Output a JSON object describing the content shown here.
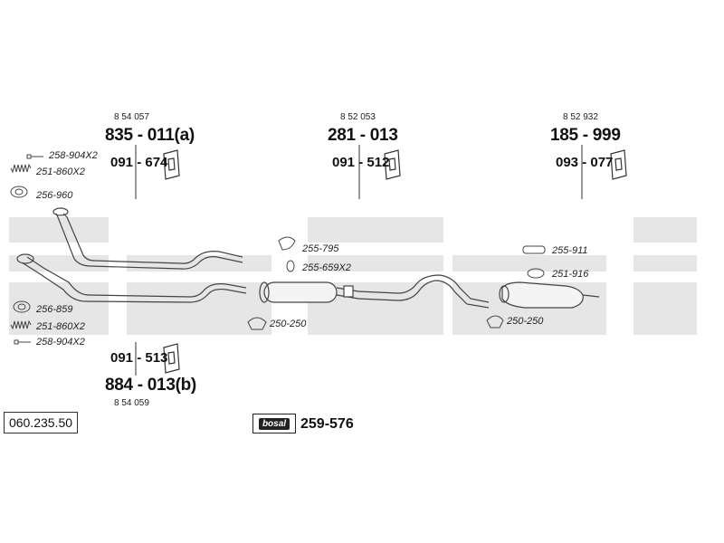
{
  "parts": {
    "front_pipe_a": {
      "ref": "8 54 057",
      "code": "835 - 011(a)",
      "mount": "091 - 674"
    },
    "middle_silencer": {
      "ref": "8 52 053",
      "code": "281 - 013",
      "mount": "091 - 512"
    },
    "rear_silencer": {
      "ref": "8 52 932",
      "code": "185 - 999",
      "mount": "093 - 077"
    },
    "front_pipe_b": {
      "ref": "8 54 059",
      "code": "884 - 013(b)",
      "mount": "091 - 513"
    }
  },
  "accessories": {
    "top_left": [
      "258-904X2",
      "251-860X2",
      "256-960"
    ],
    "bottom_left": [
      "256-859",
      "251-860X2",
      "258-904X2"
    ],
    "middle_top": [
      "255-795",
      "255-659X2"
    ],
    "middle_clamp": "250-250",
    "rear_top": [
      "255-911",
      "251-916"
    ],
    "rear_clamp": "250-250"
  },
  "catalog_number": "060.235.50",
  "kit": {
    "logo_text": "bosal",
    "code": "259-576"
  },
  "watermark": "bosal",
  "colors": {
    "watermark": "#e4e4e4",
    "line": "#555555"
  }
}
